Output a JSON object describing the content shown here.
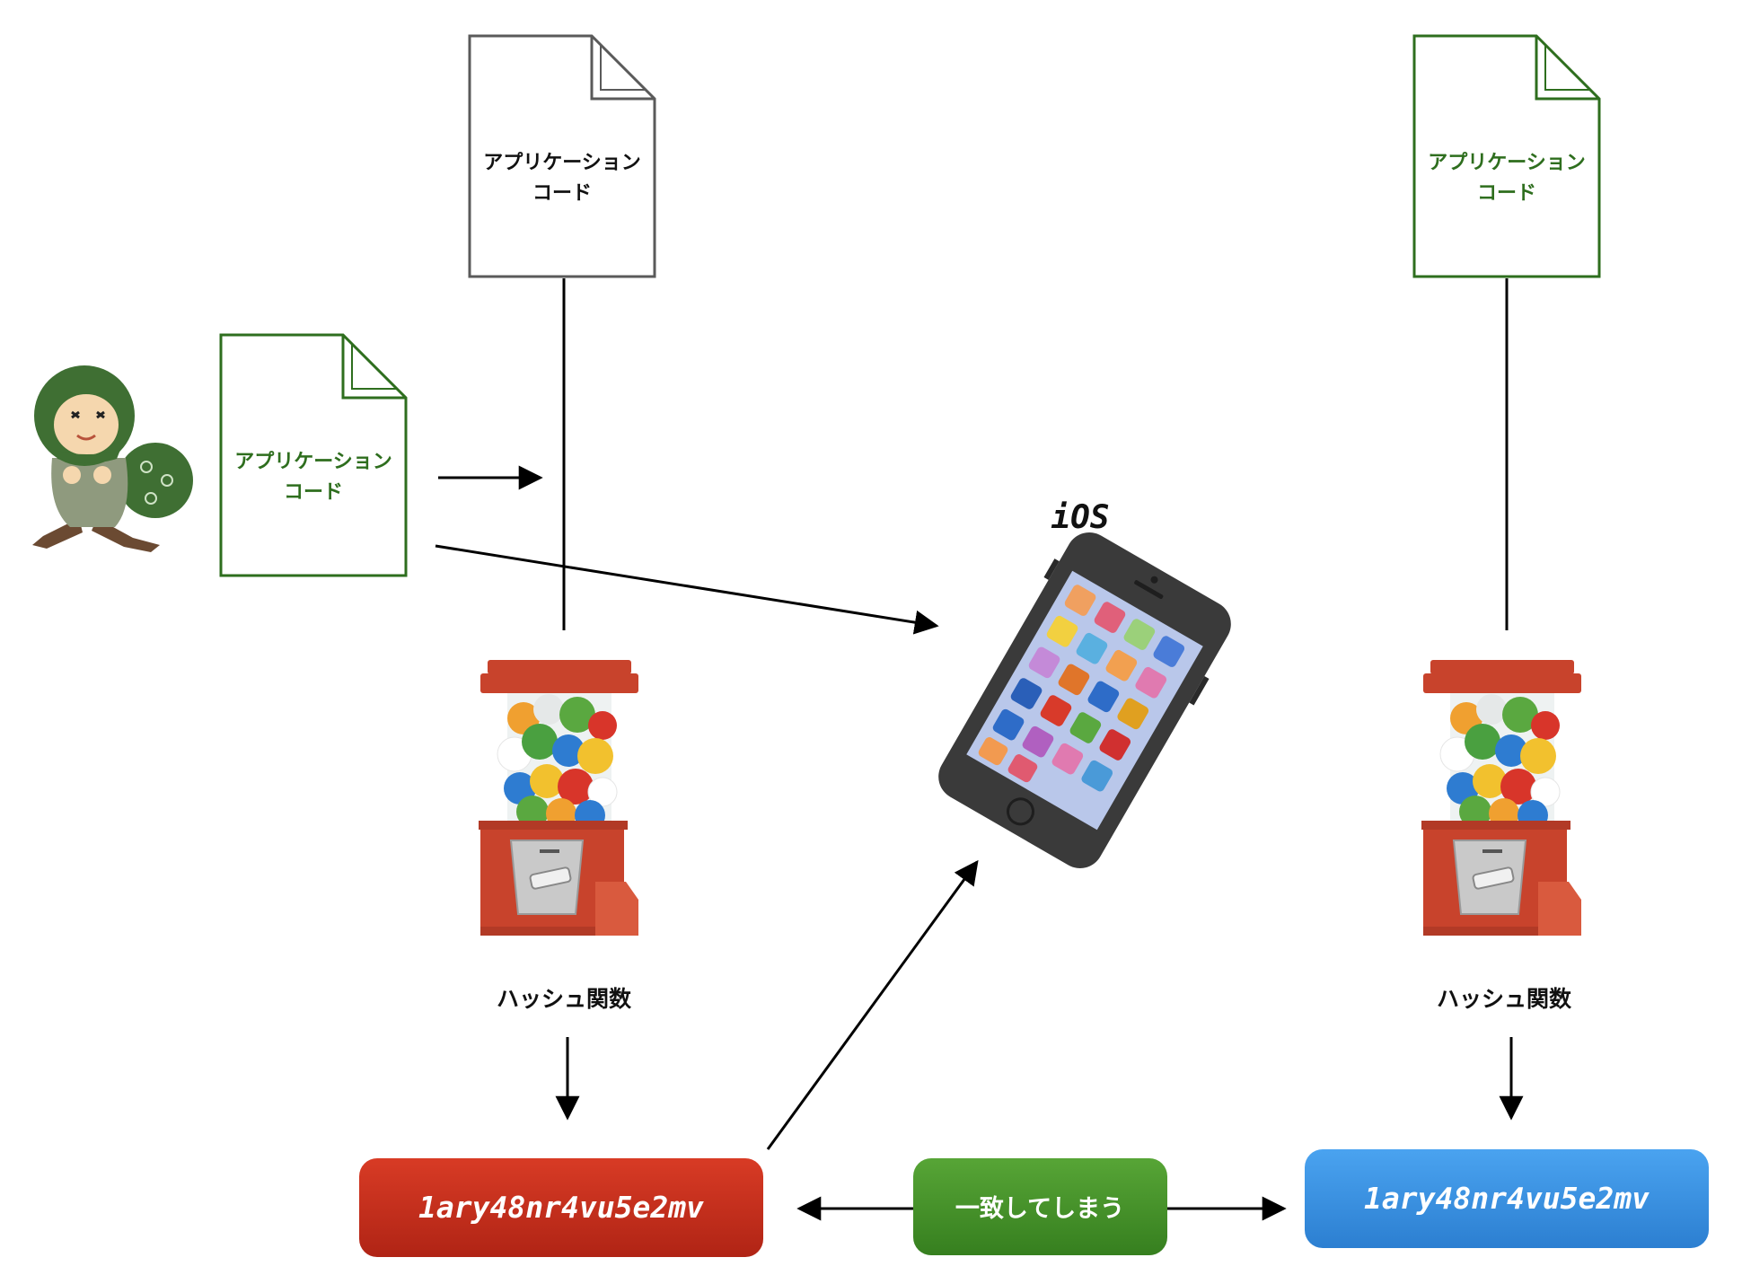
{
  "documents": {
    "original": {
      "line1": "アプリケーション",
      "line2": "コード",
      "color": "#5a5a5a"
    },
    "tampered": {
      "line1": "アプリケーション",
      "line2": "コード",
      "color": "#2e6e1e"
    },
    "right": {
      "line1": "アプリケーション",
      "line2": "コード",
      "color": "#2e6e1e"
    }
  },
  "hash_function": {
    "left_label": "ハッシュ関数",
    "right_label": "ハッシュ関数"
  },
  "hash_values": {
    "left": "1ary48nr4vu5e2mv",
    "right": "1ary48nr4vu5e2mv"
  },
  "match_label": "一致してしまう",
  "ios_label": "iOS",
  "colors": {
    "hash_left": "#c9301f",
    "hash_right": "#3a8fe0",
    "match": "#3f8f25",
    "gacha_red": "#c8432c",
    "thief_green": "#3f6f33",
    "phone_body": "#3a3a3a"
  },
  "icons": [
    "thief-icon",
    "gacha-machine-icon",
    "smartphone-icon",
    "document-icon"
  ]
}
